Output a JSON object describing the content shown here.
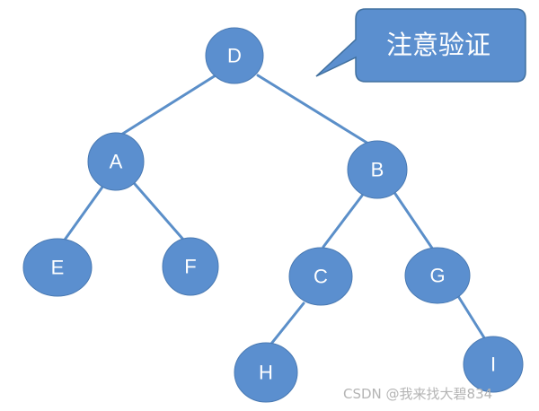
{
  "callout": {
    "text": "注意验证"
  },
  "tree": {
    "nodes": [
      {
        "id": "D",
        "label": "D"
      },
      {
        "id": "A",
        "label": "A"
      },
      {
        "id": "B",
        "label": "B"
      },
      {
        "id": "E",
        "label": "E"
      },
      {
        "id": "F",
        "label": "F"
      },
      {
        "id": "C",
        "label": "C"
      },
      {
        "id": "G",
        "label": "G"
      },
      {
        "id": "H",
        "label": "H"
      },
      {
        "id": "I",
        "label": "I"
      }
    ],
    "edges": [
      [
        "D",
        "A"
      ],
      [
        "D",
        "B"
      ],
      [
        "A",
        "E"
      ],
      [
        "A",
        "F"
      ],
      [
        "B",
        "C"
      ],
      [
        "B",
        "G"
      ],
      [
        "C",
        "H"
      ],
      [
        "G",
        "I"
      ]
    ]
  },
  "colors": {
    "node_fill": "#5b8fcf",
    "edge": "#5b8fc9",
    "text": "#ffffff"
  },
  "watermark": {
    "text": "CSDN @我来找大碧834"
  }
}
